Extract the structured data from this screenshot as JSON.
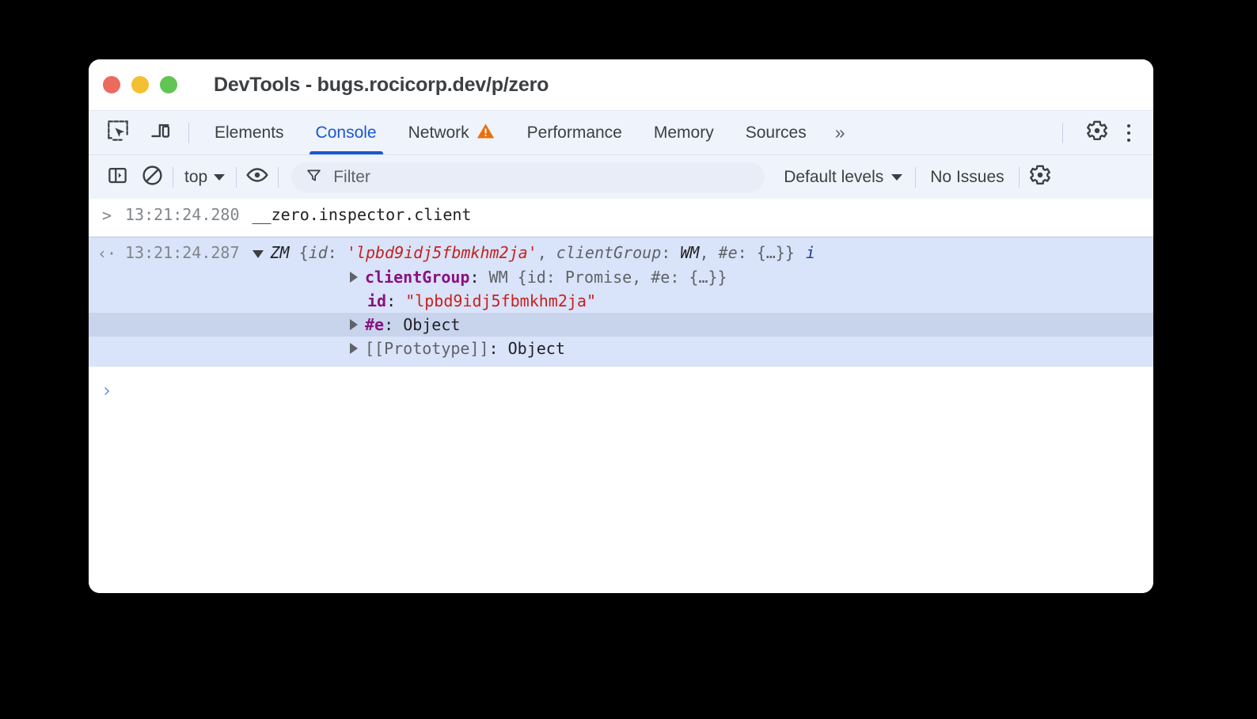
{
  "window": {
    "title": "DevTools - bugs.rocicorp.dev/p/zero",
    "traffic_lights": [
      "close-red",
      "minimize-yellow",
      "maximize-green"
    ]
  },
  "tabbar": {
    "icons": [
      {
        "name": "inspect-element-icon",
        "label": "Inspect element"
      },
      {
        "name": "device-toolbar-icon",
        "label": "Toggle device toolbar"
      }
    ],
    "tabs": [
      {
        "id": "elements",
        "label": "Elements",
        "active": false,
        "badge": null
      },
      {
        "id": "console",
        "label": "Console",
        "active": true,
        "badge": null
      },
      {
        "id": "network",
        "label": "Network",
        "active": false,
        "badge": "warning-triangle-icon"
      },
      {
        "id": "performance",
        "label": "Performance",
        "active": false,
        "badge": null
      },
      {
        "id": "memory",
        "label": "Memory",
        "active": false,
        "badge": null
      },
      {
        "id": "sources",
        "label": "Sources",
        "active": false,
        "badge": null
      }
    ],
    "more_label": "»",
    "settings_icon": "gear-icon",
    "kebab_icon": "more-vertical-icon",
    "active_color": "#1a58d0",
    "warning_color": "#e8710a"
  },
  "console_toolbar": {
    "sidebar_toggle_icon": "sidebar-panel-icon",
    "clear_icon": "clear-console-icon",
    "context_label": "top",
    "eye_icon": "live-expression-eye-icon",
    "filter": {
      "icon": "filter-funnel-icon",
      "placeholder": "Filter",
      "value": ""
    },
    "levels_label": "Default levels",
    "issues_label": "No Issues",
    "settings_icon": "gear-icon"
  },
  "console": {
    "command_entry": {
      "gutter_icon": ">",
      "timestamp": "13:21:24.280",
      "text": "__zero.inspector.client"
    },
    "result_entry": {
      "gutter_icon": "‹·",
      "timestamp": "13:21:24.287",
      "expanded": true,
      "class_name": "ZM",
      "preview": {
        "open_brace": "{",
        "parts": [
          {
            "key": "id",
            "sep": ": ",
            "value": "'lpbd9idj5fbmkhm2ja'",
            "value_kind": "string"
          },
          {
            "key": "clientGroup",
            "sep": ": ",
            "value": "WM",
            "value_kind": "class"
          },
          {
            "key": "#e",
            "sep": ": ",
            "value": "{…}",
            "value_kind": "object"
          }
        ],
        "close_brace": "}",
        "info_icon": "i"
      },
      "properties": [
        {
          "expandable": true,
          "selected": false,
          "key": "clientGroup",
          "key_kind": "own",
          "sep": ": ",
          "value_prefix": "WM ",
          "value": "{id: Promise, #e: {…}}",
          "value_kind": "object-preview"
        },
        {
          "expandable": false,
          "selected": false,
          "key": "id",
          "key_kind": "own",
          "sep": ": ",
          "value_prefix": "",
          "value": "\"lpbd9idj5fbmkhm2ja\"",
          "value_kind": "string"
        },
        {
          "expandable": true,
          "selected": true,
          "key": "#e",
          "key_kind": "private",
          "sep": ": ",
          "value_prefix": "",
          "value": "Object",
          "value_kind": "object"
        },
        {
          "expandable": true,
          "selected": false,
          "key": "[[Prototype]]",
          "key_kind": "internal",
          "sep": ": ",
          "value_prefix": "",
          "value": "Object",
          "value_kind": "object"
        }
      ]
    },
    "prompt": {
      "caret": "›",
      "value": ""
    },
    "colors": {
      "result_bg": "#d9e3f9",
      "selected_row_bg": "#c8d4ec",
      "string_color": "#c5221f",
      "own_key_color": "#881280",
      "muted_color": "#5f6368"
    }
  }
}
